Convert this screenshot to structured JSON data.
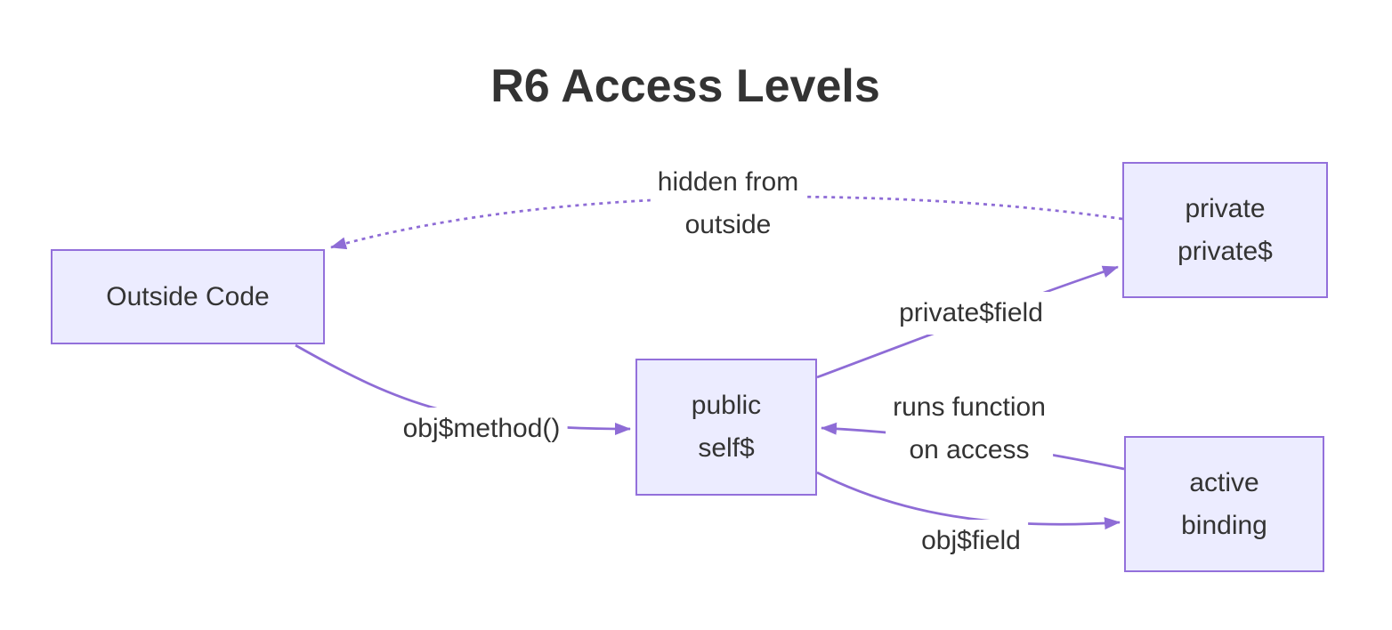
{
  "title": "R6 Access Levels",
  "colors": {
    "node_fill": "#ECECFF",
    "node_border": "#9370DB",
    "edge": "#8E6CD6",
    "text": "#333333",
    "label_bg": "#FFFFFF",
    "background": "#FFFFFF"
  },
  "nodes": {
    "outside_code": {
      "label": "Outside Code"
    },
    "public_self": {
      "label_line1": "public",
      "label_line2": "self$"
    },
    "private_private": {
      "label_line1": "private",
      "label_line2": "private$"
    },
    "active_binding": {
      "label_line1": "active",
      "label_line2": "binding"
    }
  },
  "edges": {
    "hidden_from_outside": {
      "label_line1": "hidden from",
      "label_line2": "outside",
      "from": "private_private",
      "to": "outside_code",
      "style": "dotted"
    },
    "obj_method": {
      "label": "obj$method()",
      "from": "outside_code",
      "to": "public_self",
      "style": "solid"
    },
    "private_field": {
      "label": "private$field",
      "from": "public_self",
      "to": "private_private",
      "style": "solid"
    },
    "runs_function": {
      "label_line1": "runs function",
      "label_line2": "on access",
      "from": "active_binding",
      "to": "public_self",
      "style": "solid"
    },
    "obj_field": {
      "label": "obj$field",
      "from": "public_self",
      "to": "active_binding",
      "style": "solid"
    }
  }
}
